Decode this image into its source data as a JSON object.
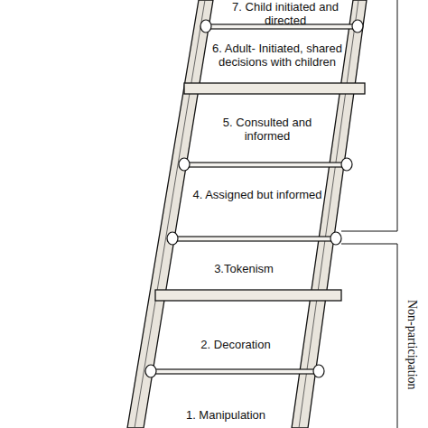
{
  "diagram": {
    "labels": [
      "7. Child initiated and directed",
      "6. Adult- Initiated, shared decisions with children",
      "5. Consulted and informed",
      "4. Assigned but informed",
      "3.Tokenism",
      "2. Decoration",
      "1. Manipulation",
      "Non-participation"
    ]
  }
}
